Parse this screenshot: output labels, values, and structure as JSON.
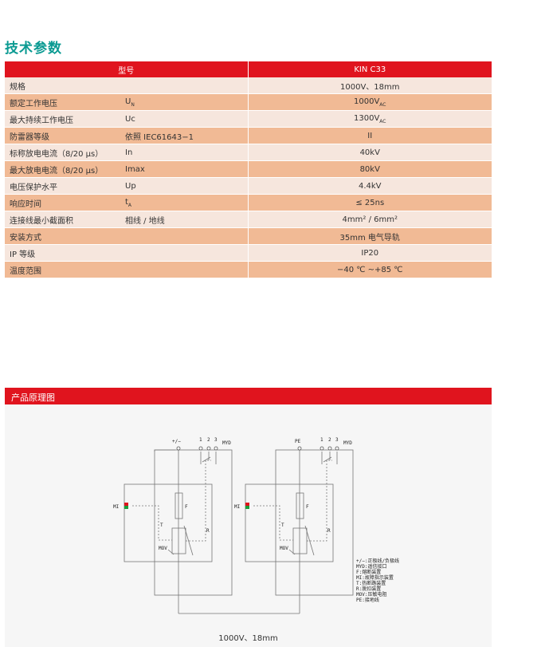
{
  "section_title": "技术参数",
  "table": {
    "header": [
      "型号",
      "KIN C33"
    ],
    "rows": [
      {
        "param": "规格",
        "symbol": "",
        "value": "1000V、18mm"
      },
      {
        "param": "额定工作电压",
        "symbol": "U",
        "symbol_sub": "N",
        "value": "1000V",
        "value_sub": "AC"
      },
      {
        "param": "最大持续工作电压",
        "symbol": "Uc",
        "value": "1300V",
        "value_sub": "AC"
      },
      {
        "param": "防雷器等级",
        "symbol": "依照 IEC61643−1",
        "value": "II"
      },
      {
        "param": "标称放电电流（8/20 μs）",
        "symbol": "In",
        "value": "40kV"
      },
      {
        "param": "最大放电电流（8/20 μs）",
        "symbol": "Imax",
        "value": "80kV"
      },
      {
        "param": "电压保护水平",
        "symbol": "Up",
        "value": "4.4kV"
      },
      {
        "param": "响应时间",
        "symbol": "t",
        "symbol_sub": "A",
        "value": "≤ 25ns"
      },
      {
        "param": "连接线最小截面积",
        "symbol": "相线 / 地线",
        "value": "4mm² / 6mm²"
      },
      {
        "param": "安装方式",
        "symbol": "",
        "value": "35mm 电气导轨"
      },
      {
        "param": "IP 等级",
        "symbol": "",
        "value": "IP20"
      },
      {
        "param": "温度范围",
        "symbol": "",
        "value": "−40 ℃ ~+85 ℃"
      }
    ]
  },
  "principle": {
    "title": "产品原理图",
    "caption": "1000V、18mm",
    "left": {
      "top_label": "+/−",
      "terminals": [
        "1",
        "2",
        "3"
      ],
      "myd": "MYD",
      "mi": "MI",
      "f": "F",
      "t": "T",
      "r": "R",
      "mov": "MOV"
    },
    "right": {
      "top_label": "PE",
      "terminals": [
        "1",
        "2",
        "3"
      ],
      "myd": "MYD",
      "mi": "MI",
      "f": "F",
      "t": "T",
      "r": "R",
      "mov": "MOV"
    },
    "legend": [
      "+/−:正极线/负极线",
      "MYD:遥信接口",
      "F:熔断装置",
      "MI:故障指示装置",
      "T:热断路装置",
      "R:脱扣装置",
      "MOV:压敏电阻",
      "PE:接地线"
    ],
    "colors": {
      "indicator_red": "#e0141e",
      "indicator_green": "#1a9e3a"
    }
  }
}
